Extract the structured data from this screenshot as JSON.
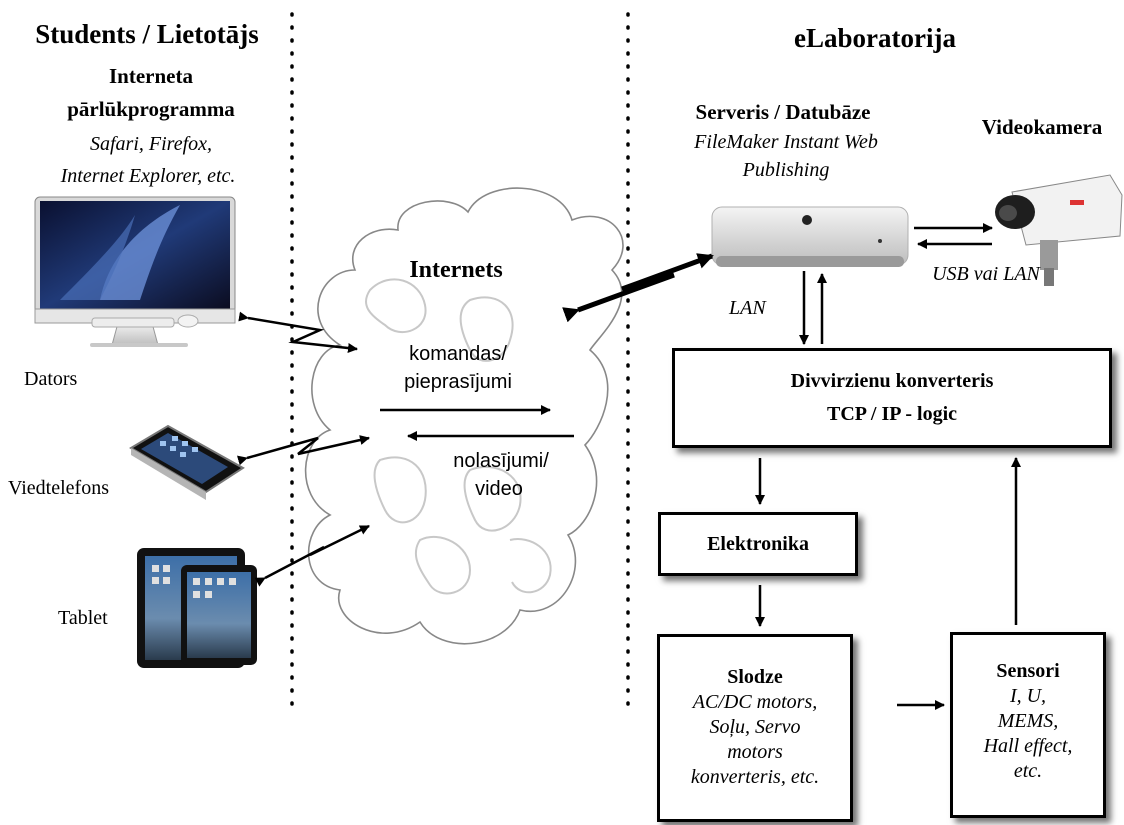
{
  "left": {
    "title": "Students / Lietotājs",
    "browser_line1": "Interneta",
    "browser_line2": "pārlūkprogramma",
    "browsers_line1": "Safari, Firefox,",
    "browsers_line2": "Internet Explorer, etc.",
    "devices": [
      {
        "label": "Dators",
        "icon": "desktop-computer-icon"
      },
      {
        "label": "Viedtelefons",
        "icon": "smartphone-icon"
      },
      {
        "label": "Tablet",
        "icon": "tablet-icon"
      }
    ]
  },
  "cloud": {
    "title": "Internets",
    "commands_line1": "komandas/",
    "commands_line2": "pieprasījumi",
    "readings_line1": "nolasījumi/",
    "readings_line2": "video"
  },
  "right": {
    "title": "eLaboratorija",
    "server_title": "Serveris / Datubāze",
    "server_sub1": "FileMaker Instant Web",
    "server_sub2": "Publishing",
    "camera_title": "Videokamera",
    "camera_link": "USB vai LAN",
    "lan_label": "LAN",
    "converter_line1": "Divvirzienu konverteris",
    "converter_line2": "TCP / IP - logic",
    "electronics": "Elektronika",
    "load_title": "Slodze",
    "load_line1": "AC/DC motors,",
    "load_line2": "Soļu, Servo",
    "load_line3": "motors",
    "load_line4": "konverteris, etc.",
    "sensors_title": "Sensori",
    "sensors_line1": "I, U,",
    "sensors_line2": "MEMS,",
    "sensors_line3": "Hall effect,",
    "sensors_line4": "etc."
  }
}
